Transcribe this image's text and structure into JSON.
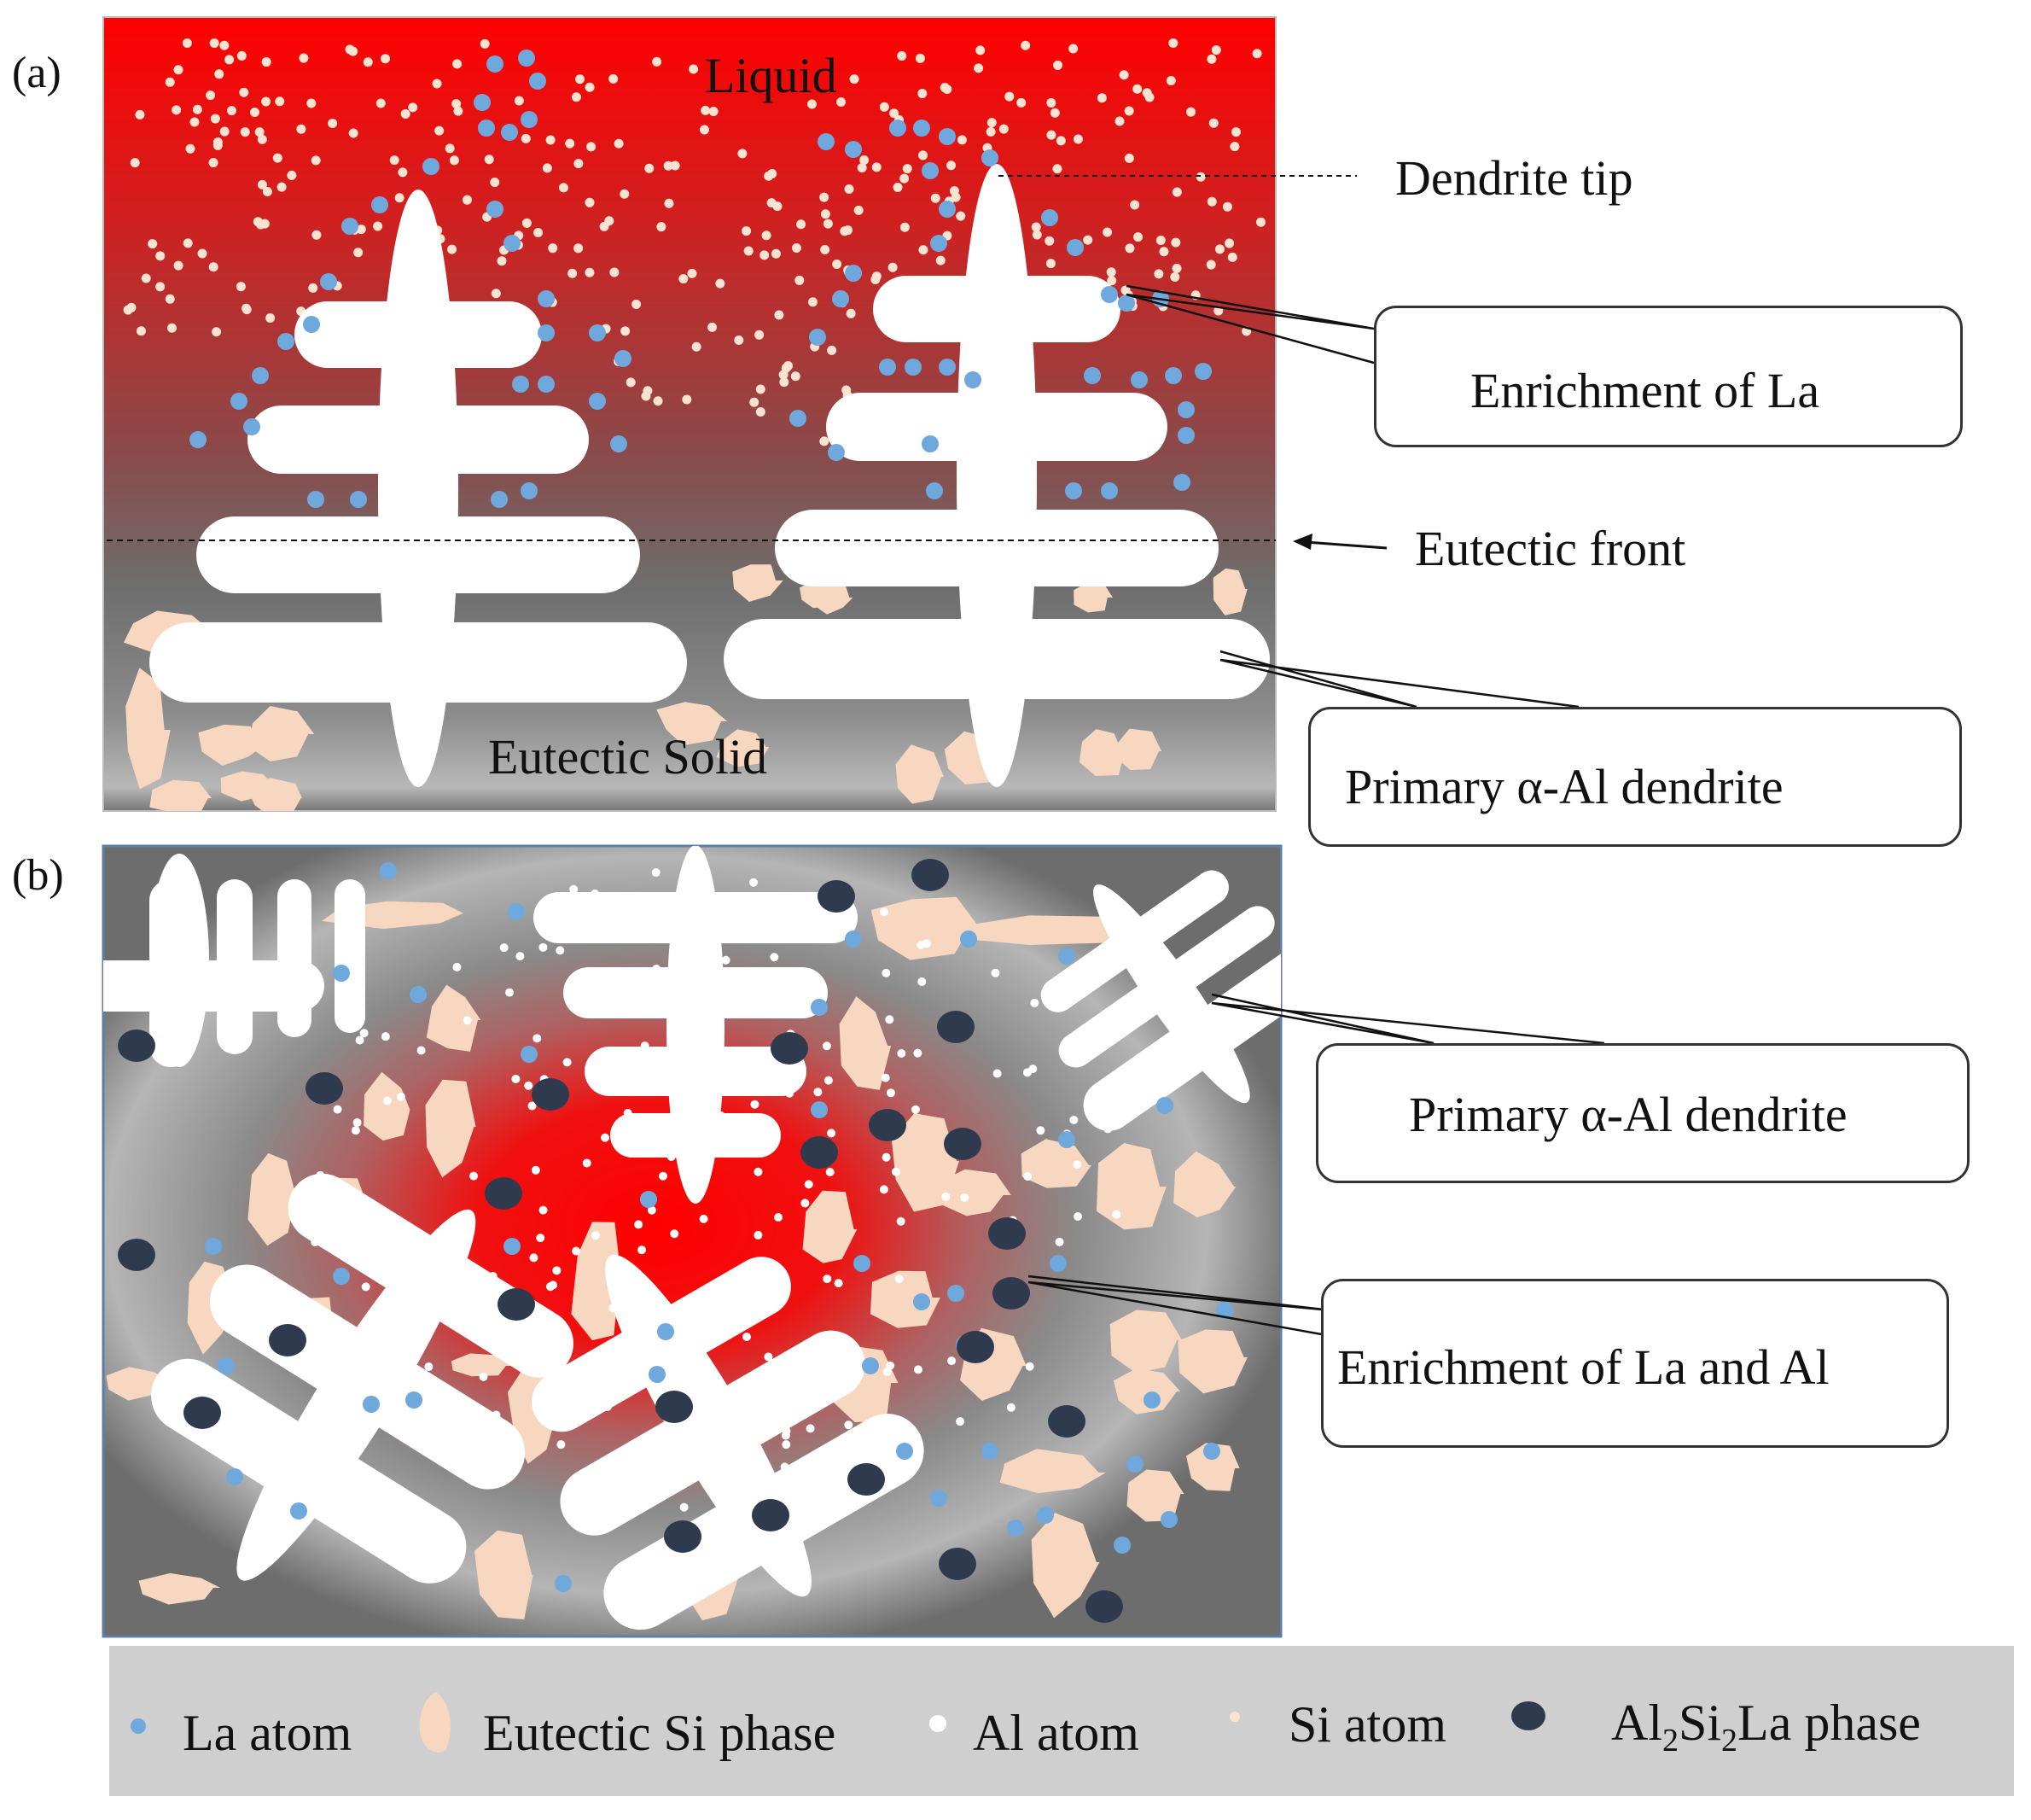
{
  "panel_a": {
    "tag": "(a)",
    "liquid_label": "Liquid",
    "solid_label": "Eutectic Solid",
    "dendrite_tip_label": "Dendrite tip",
    "enrichment_label": "Enrichment of La",
    "eutectic_front_label": "Eutectic front",
    "dendrite_label": "Primary α-Al dendrite",
    "colors": {
      "liquid": "#ff0000",
      "solid": "#8a8a8a"
    }
  },
  "panel_b": {
    "tag": "(b)",
    "dendrite_label": "Primary α-Al dendrite",
    "enrichment_label": "Enrichment of La and Al",
    "colors": {
      "center": "#ff0000",
      "matrix": "#8a8a8a"
    }
  },
  "legend": {
    "items": [
      {
        "label": "La atom",
        "icon": "la-atom-dot",
        "color": "#6fa8dc"
      },
      {
        "label": "Eutectic Si phase",
        "icon": "eutectic-si-blob",
        "color": "#f8d7c0"
      },
      {
        "label": "Al atom",
        "icon": "al-atom-dot",
        "color": "#ffffff"
      },
      {
        "label": "Si atom",
        "icon": "si-atom-dot",
        "color": "#fbe3d2"
      }
    ],
    "phase_prefix": "Al",
    "phase_sub1": "2",
    "phase_mid": "Si",
    "phase_sub2": "2",
    "phase_suffix": "La phase",
    "phase_color": "#2f3a4f"
  }
}
